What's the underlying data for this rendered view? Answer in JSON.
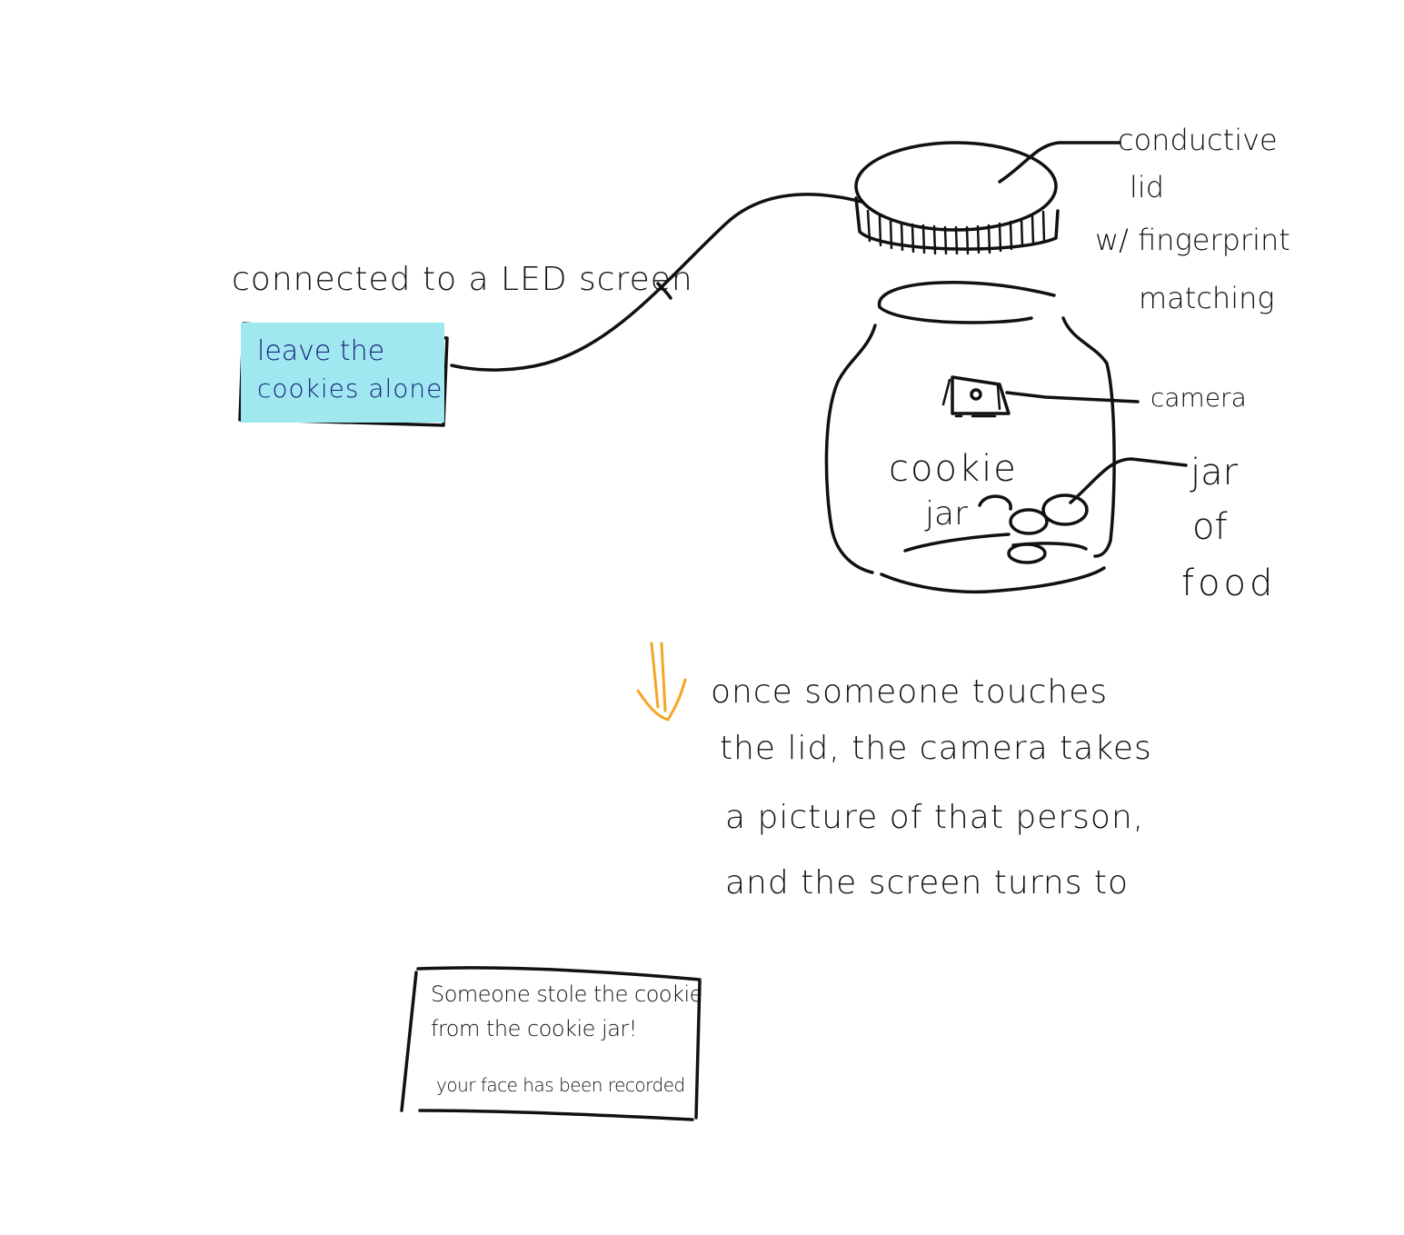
{
  "led_label": "connected to a LED screen",
  "screen_before": {
    "line1": "leave the",
    "line2": "cookies alone",
    "bg_color": "#a0e8f0",
    "text_color": "#1a237e"
  },
  "lid_label": [
    "conductive",
    "lid",
    "w/ fingerprint",
    "matching"
  ],
  "camera_label": "camera",
  "food_label": [
    "jar",
    "of",
    "food"
  ],
  "jar_label": [
    "cookie",
    "jar"
  ],
  "note": [
    "once someone touches",
    "the lid, the camera takes",
    "a picture of that person,",
    "and the screen turns to"
  ],
  "arrow_color": "#f5a623",
  "screen_after": {
    "line1": "Someone stole the cookie",
    "line2": "from the cookie jar!",
    "line3": "your face has been recorded"
  }
}
